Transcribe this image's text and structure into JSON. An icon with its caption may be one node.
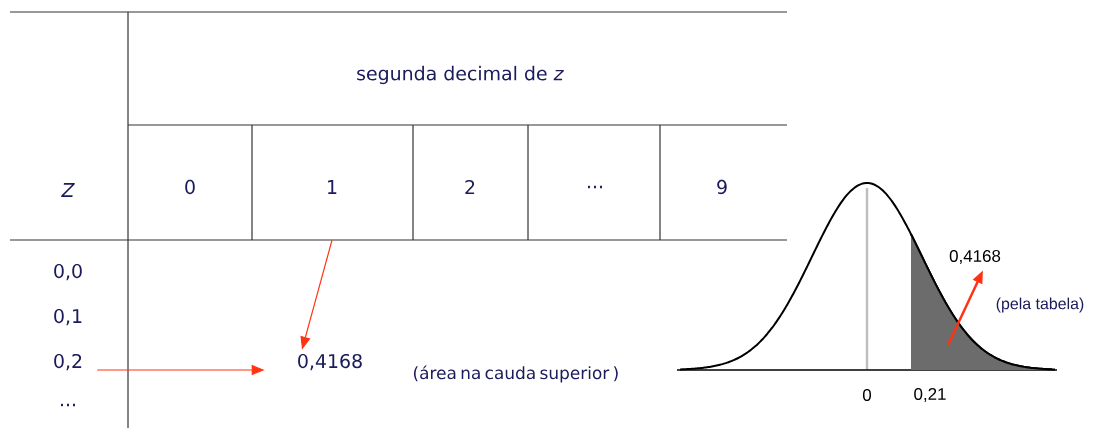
{
  "diagram": {
    "nodes": [
      {
        "text": [
          "1"
        ]
      },
      {
        "text": [
          "0,2"
        ]
      },
      {
        "text": [
          "0,4168"
        ]
      },
      {
        "text": [
          "0,4168"
        ]
      },
      {
        "text": [],
        "shape": "region"
      }
    ],
    "edges": [
      {
        "from": 0,
        "to": 2,
        "arrow": "to"
      },
      {
        "from": 1,
        "to": 2,
        "arrow": "to"
      },
      {
        "from": 4,
        "to": 3,
        "arrow": "to",
        "label": "(pela tabela)"
      }
    ],
    "labels": [
      "segunda decimal de *z*",
      "Z",
      "0",
      "2",
      "...",
      "9",
      "0,0",
      "0,1",
      "...",
      "(área na cauda superior )",
      "0",
      "0,21"
    ]
  }
}
